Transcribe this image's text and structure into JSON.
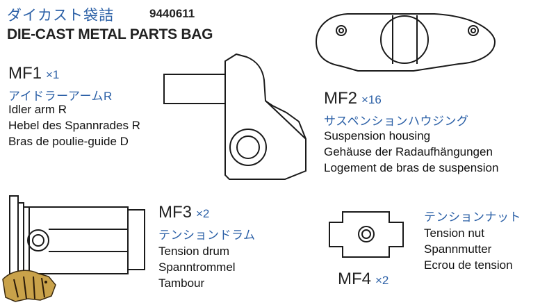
{
  "header": {
    "jp_title": "ダイカスト袋詰",
    "part_number": "9440611",
    "bag_title": "DIE-CAST METAL PARTS BAG"
  },
  "parts": [
    {
      "code": "MF1",
      "qty": "×1",
      "jp": "アイドラーアームR",
      "names": [
        "Idler arm R",
        "Hebel des Spannrades R",
        "Bras de poulie-guide D"
      ]
    },
    {
      "code": "MF2",
      "qty": "×16",
      "jp": "サスペンションハウジング",
      "names": [
        "Suspension housing",
        "Gehäuse der Radaufhängungen",
        "Logement de bras de suspension"
      ]
    },
    {
      "code": "MF3",
      "qty": "×2",
      "jp": "テンションドラム",
      "names": [
        "Tension drum",
        "Spanntrommel",
        "Tambour"
      ]
    },
    {
      "code": "MF4",
      "qty": "×2",
      "jp": "テンションナット",
      "names": [
        "Tension nut",
        "Spannmutter",
        "Ecrou de tension"
      ]
    }
  ],
  "colors": {
    "accent_blue": "#2a5fa6",
    "text": "#111111",
    "line_art": "#1a1a1a"
  },
  "icons": {
    "logo": "tiger-logo-icon"
  }
}
